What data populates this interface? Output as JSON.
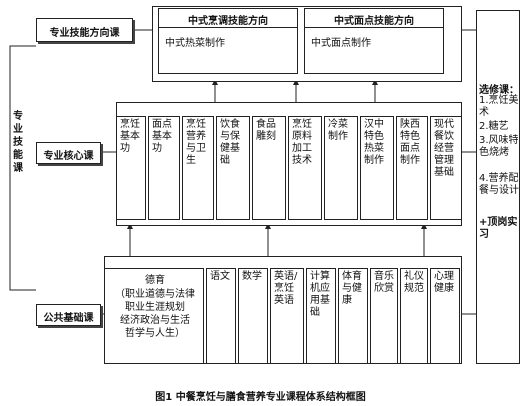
{
  "labels": {
    "direction": "专业技能方向课",
    "core": "专业核心课",
    "public": "公共基础课",
    "skills": "专业技能课"
  },
  "direction": {
    "d1_title": "中式烹调技能方向",
    "d1_item": "中式热菜制作",
    "d2_title": "中式面点技能方向",
    "d2_item": "中式面点制作"
  },
  "core_courses": [
    "烹饪基本功",
    "面点基本功",
    "烹饪营养与卫生",
    "饮食与保健基础",
    "食品雕刻",
    "烹饪原料加工技术",
    "冷菜制作",
    "汉中特色热菜制作",
    "陕西特色面点制作",
    "现代餐饮经营管理基础"
  ],
  "public_courses": {
    "moral_title": "德育",
    "moral_l1": "（职业道德与法律",
    "moral_l2": "职业生涯规划",
    "moral_l3": "经济政治与生活",
    "moral_l4": "哲学与人生）",
    "others": [
      "语文",
      "数学",
      "英语/烹饪英语",
      "计算机应用基础",
      "体育与健康",
      "音乐欣赏",
      "礼仪规范",
      "心理健康"
    ]
  },
  "electives": {
    "title": "选修课：",
    "items": [
      "1.烹饪美术",
      "2.糖艺",
      "3.风味特色烧烤",
      "4.营养配餐与设计"
    ],
    "internship": "+顶岗实习"
  },
  "caption": "图1 中餐烹饪与膳食营养专业课程体系结构框图"
}
